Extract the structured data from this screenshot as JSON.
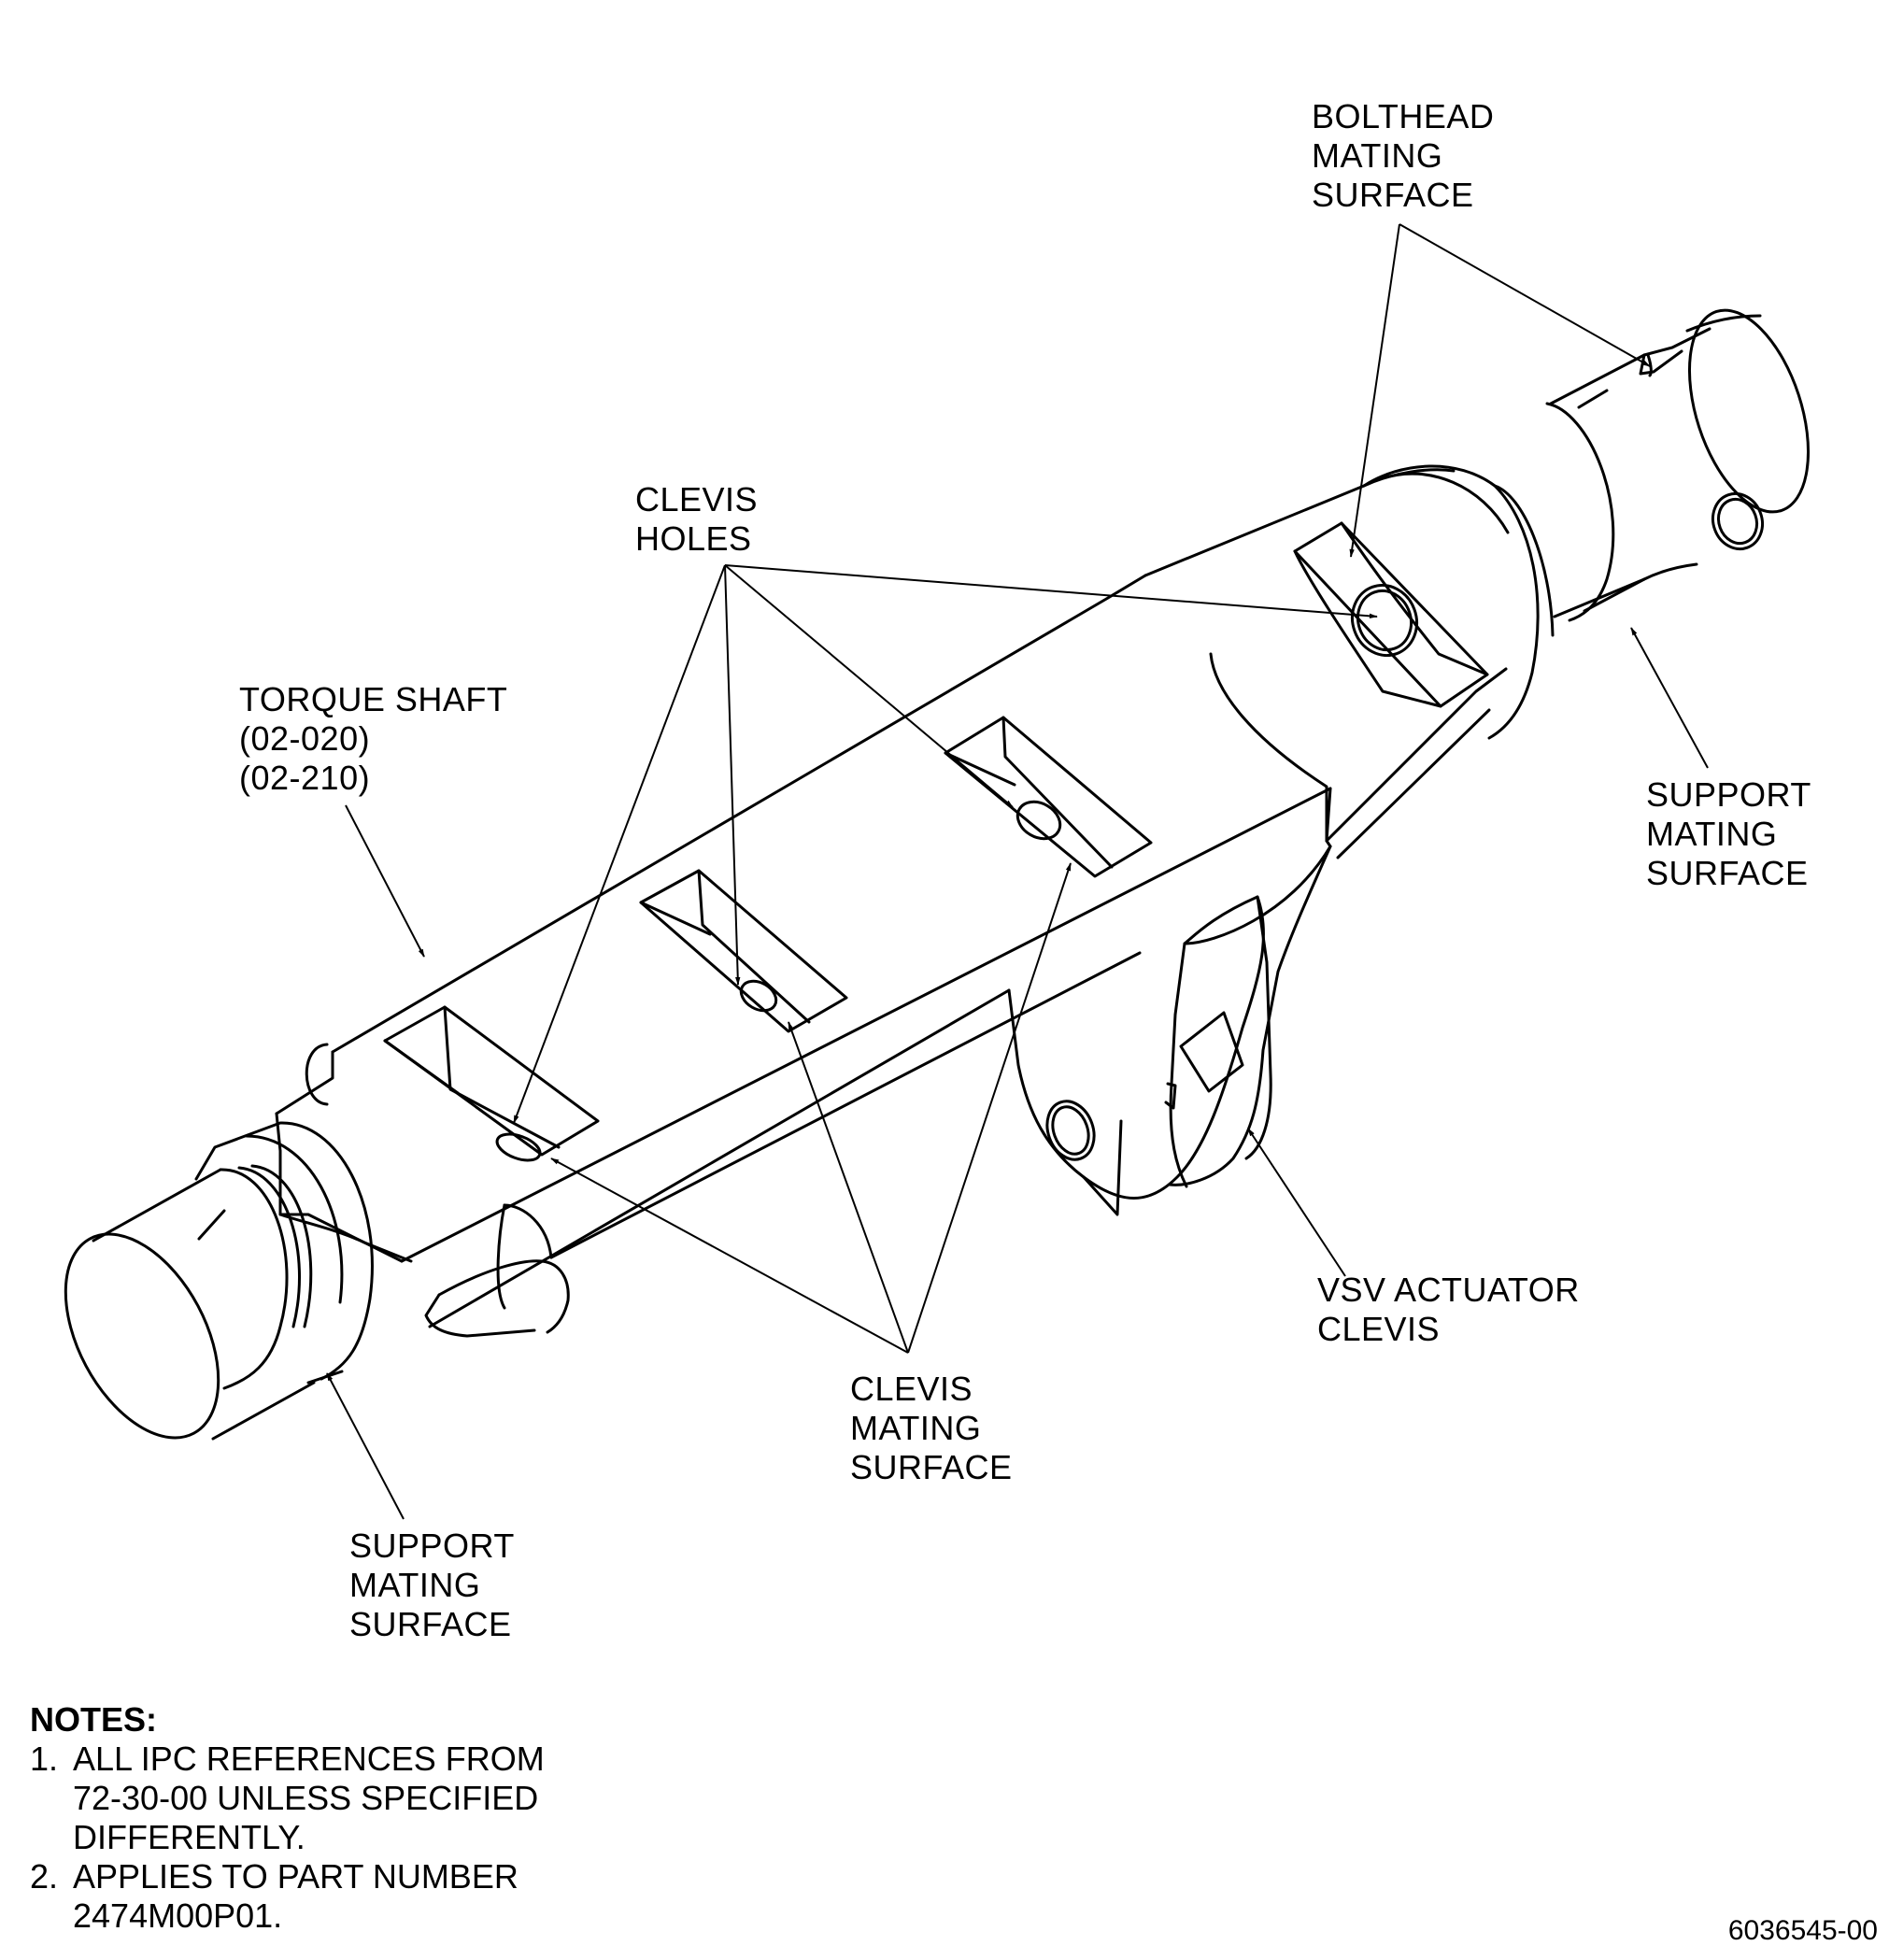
{
  "callouts": {
    "bolthead": [
      "BOLTHEAD",
      "MATING",
      "SURFACE"
    ],
    "clevis_holes": [
      "CLEVIS",
      "HOLES"
    ],
    "torque_shaft": [
      "TORQUE SHAFT",
      "(02-020)",
      "(02-210)"
    ],
    "support_right": [
      "SUPPORT",
      "MATING",
      "SURFACE"
    ],
    "vsv": [
      "VSV ACTUATOR",
      "CLEVIS"
    ],
    "clevis_mating": [
      "CLEVIS",
      "MATING",
      "SURFACE"
    ],
    "support_left": [
      "SUPPORT",
      "MATING",
      "SURFACE"
    ]
  },
  "notes": {
    "title": "NOTES:",
    "items": [
      {
        "num": "1.",
        "lines": [
          "ALL IPC REFERENCES FROM",
          "72-30-00 UNLESS SPECIFIED",
          "DIFFERENTLY."
        ]
      },
      {
        "num": "2.",
        "lines": [
          "APPLIES TO PART NUMBER",
          "2474M00P01."
        ]
      }
    ]
  },
  "figure_number": "6036545-00",
  "colors": {
    "line": "#000000",
    "background": "#ffffff"
  }
}
